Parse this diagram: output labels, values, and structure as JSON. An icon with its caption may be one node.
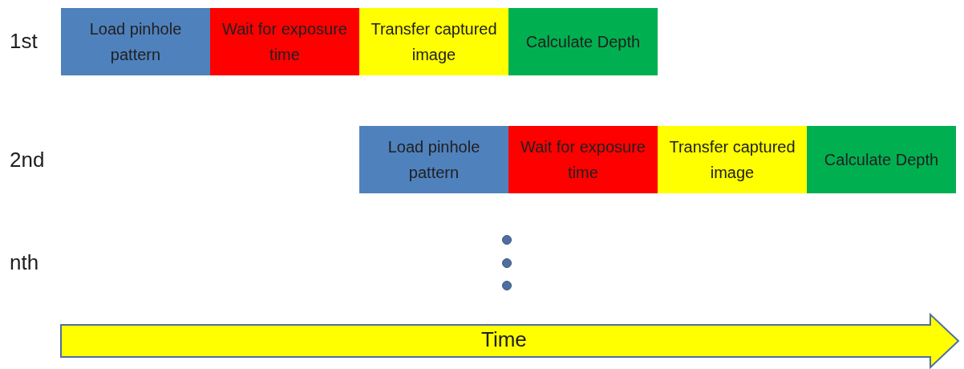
{
  "diagram": {
    "nodes": [
      {
        "text": [
          "Load pinhole pattern"
        ]
      },
      {
        "text": [
          "Wait for exposure time"
        ]
      },
      {
        "text": [
          "Transfer captured image"
        ]
      },
      {
        "text": [
          "Calculate Depth"
        ]
      },
      {
        "text": [
          "Load pinhole pattern"
        ]
      },
      {
        "text": [
          "Wait for exposure time"
        ]
      },
      {
        "text": [
          "Transfer captured image"
        ]
      },
      {
        "text": [
          "Calculate Depth"
        ]
      }
    ],
    "edges": [],
    "labels": [
      "1st",
      "2nd",
      "nth",
      "Time"
    ]
  }
}
